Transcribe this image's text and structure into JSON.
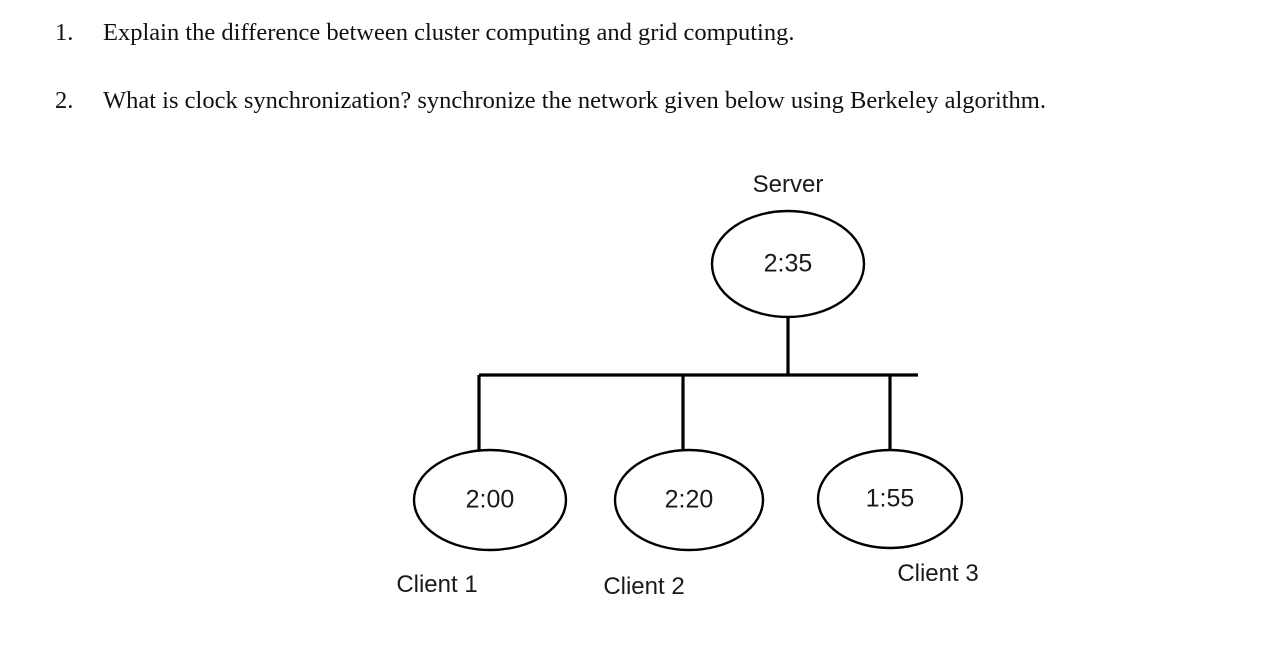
{
  "document": {
    "questions": [
      {
        "number": "1.",
        "text": "Explain the difference between cluster computing and grid computing."
      },
      {
        "number": "2.",
        "text": "What is clock synchronization? synchronize the network given below using Berkeley algorithm."
      }
    ]
  },
  "diagram": {
    "type": "star-network",
    "line_color": "#000000",
    "node_fill": "#ffffff",
    "server": {
      "caption": "Server",
      "value": "2:35"
    },
    "clients": [
      {
        "caption": "Client 1",
        "value": "2:00"
      },
      {
        "caption": "Client 2",
        "value": "2:20"
      },
      {
        "caption": "Client 3",
        "value": "1:55"
      }
    ]
  }
}
